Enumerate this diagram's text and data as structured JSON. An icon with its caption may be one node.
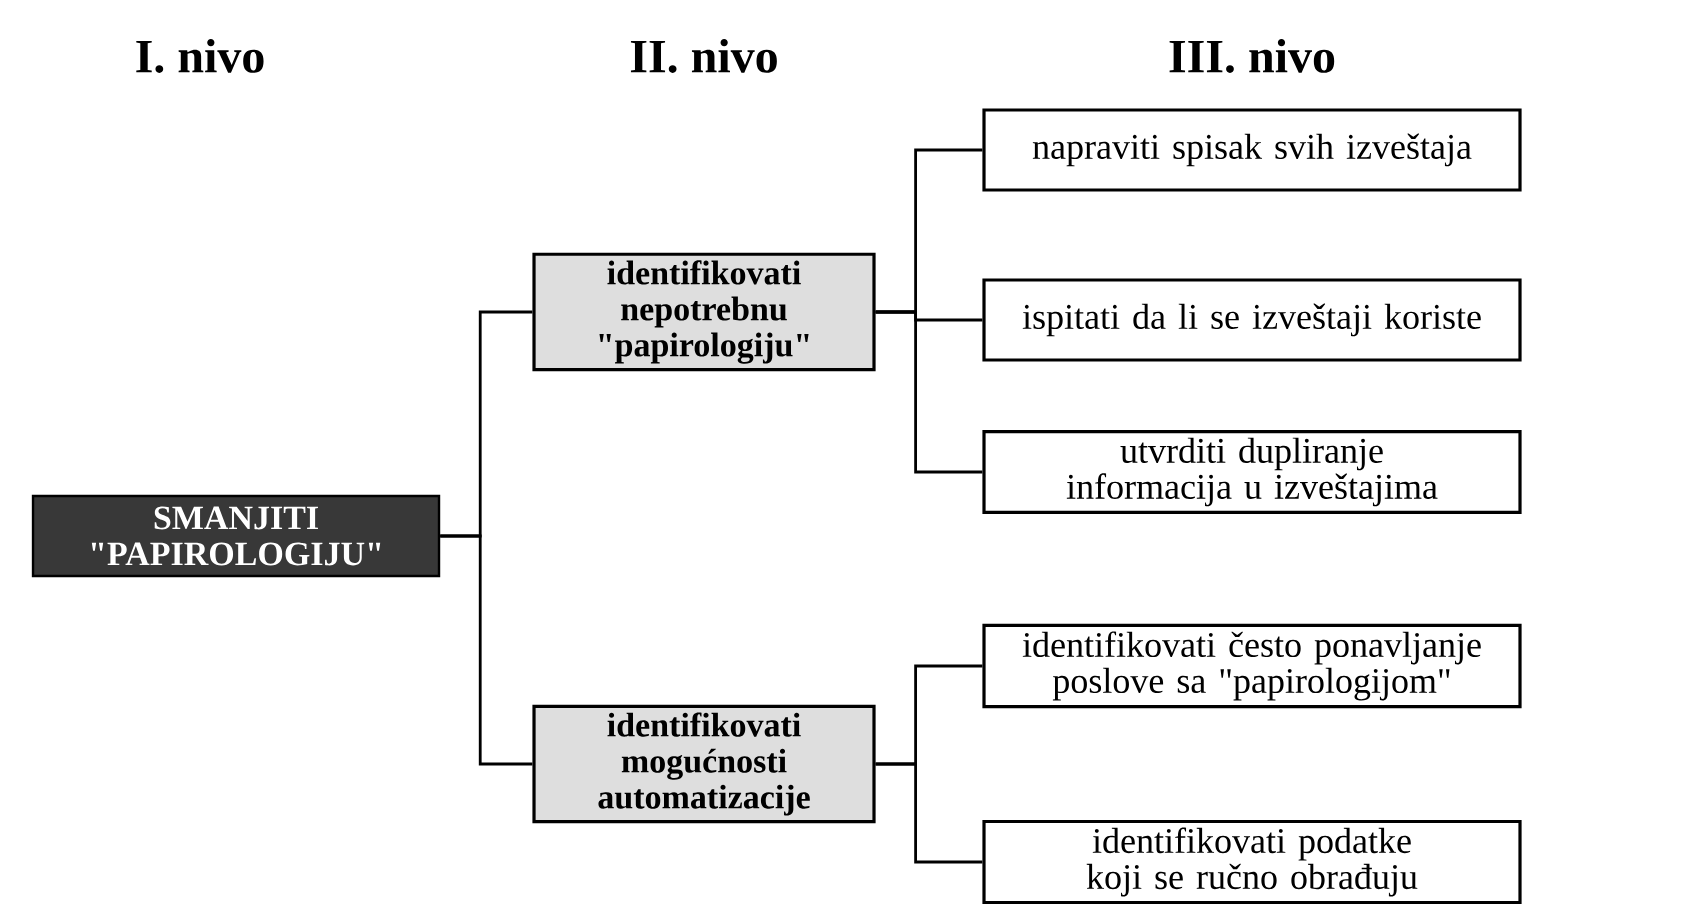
{
  "diagram": {
    "nodes": [
      {
        "text": [
          "SMANJITI \"PAPIROLOGIJU\""
        ]
      },
      {
        "text": [
          "identifikovati nepotrebnu \"papirologiju\""
        ]
      },
      {
        "text": [
          "identifikovati mogućnosti automatizacije"
        ]
      },
      {
        "text": [
          "napraviti spisak svih izveštaja"
        ]
      },
      {
        "text": [
          "ispitati da li se izveštaji koriste"
        ]
      },
      {
        "text": [
          "utvrditi dupliranje informacija u izveštajima"
        ]
      },
      {
        "text": [
          "identifikovati često ponavljanje poslove sa \"papirologijom\""
        ]
      },
      {
        "text": [
          "identifikovati podatke koji se ručno obrađuju"
        ]
      }
    ],
    "edges": [
      {
        "from": 0,
        "to": 1,
        "arrow": "none"
      },
      {
        "from": 0,
        "to": 2,
        "arrow": "none"
      },
      {
        "from": 1,
        "to": 3,
        "arrow": "none"
      },
      {
        "from": 1,
        "to": 4,
        "arrow": "none"
      },
      {
        "from": 1,
        "to": 5,
        "arrow": "none"
      },
      {
        "from": 2,
        "to": 6,
        "arrow": "none"
      },
      {
        "from": 2,
        "to": 7,
        "arrow": "none"
      }
    ],
    "labels": [
      "I. nivo",
      "II. nivo",
      "III. nivo"
    ]
  }
}
